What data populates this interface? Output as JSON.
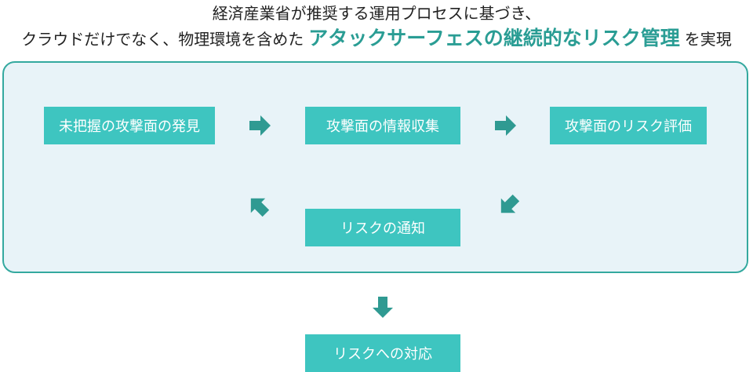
{
  "heading": {
    "line1": "経済産業省が推奨する運用プロセスに基づき、",
    "line2_prefix": "クラウドだけでなく、物理環境を含めた",
    "line2_highlight": "アタックサーフェスの継続的なリスク管理",
    "line2_suffix": "を実現"
  },
  "cycle": {
    "steps": [
      {
        "label": "未把握の攻撃面の発見"
      },
      {
        "label": "攻撃面の情報収集"
      },
      {
        "label": "攻撃面のリスク評価"
      },
      {
        "label": "リスクの通知"
      }
    ]
  },
  "outcome": {
    "label": "リスクへの対応"
  },
  "colors": {
    "accent": "#2a9d94",
    "box_fill": "#3ec5c0",
    "panel_fill": "#e8f3f8",
    "panel_border": "#34a99f",
    "arrow_fill": "#2f9a92"
  },
  "icons": {
    "arrows": [
      "arrow-right-icon",
      "arrow-right-icon",
      "arrow-down-left-icon",
      "arrow-up-left-icon",
      "arrow-down-icon"
    ]
  }
}
